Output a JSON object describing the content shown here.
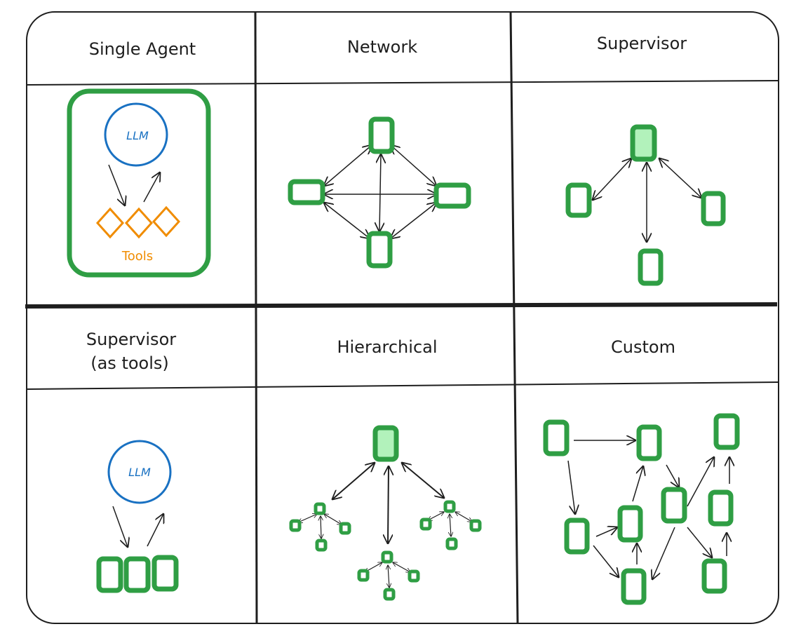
{
  "colors": {
    "agent_green": "#2f9e44",
    "supervisor_fill": "#b2f2bb",
    "llm_blue": "#1971c2",
    "tools_orange": "#f08c00",
    "ink": "#1e1e1e"
  },
  "cells": [
    {
      "id": "single-agent",
      "title_lines": [
        "Single Agent"
      ],
      "llm_label": "LLM",
      "tools_label": "Tools"
    },
    {
      "id": "network",
      "title_lines": [
        "Network"
      ]
    },
    {
      "id": "supervisor",
      "title_lines": [
        "Supervisor"
      ]
    },
    {
      "id": "supervisor-as-tools",
      "title_lines": [
        "Supervisor",
        "(as tools)"
      ],
      "llm_label": "LLM"
    },
    {
      "id": "hierarchical",
      "title_lines": [
        "Hierarchical"
      ]
    },
    {
      "id": "custom",
      "title_lines": [
        "Custom"
      ]
    }
  ]
}
